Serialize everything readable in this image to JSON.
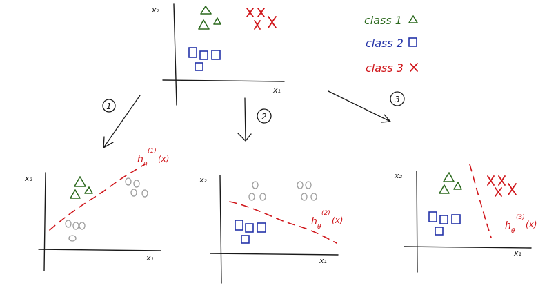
{
  "colors": {
    "class1": "#2d6a1f",
    "class2": "#2433a8",
    "class3": "#d0161b",
    "rest": "#9b9b9b",
    "ink": "#1a1a1a"
  },
  "axes": {
    "x_label": "x₁",
    "y_label": "x₂"
  },
  "legend": {
    "class1": "class 1",
    "class2": "class 2",
    "class3": "class 3"
  },
  "steps": {
    "one": "1",
    "two": "2",
    "three": "3"
  },
  "hypotheses": {
    "h1_base": "h",
    "h1_sub": "θ",
    "h1_sup": "(1)",
    "h1_arg": "(x)",
    "h2_base": "h",
    "h2_sub": "θ",
    "h2_sup": "(2)",
    "h2_arg": "(x)",
    "h3_base": "h",
    "h3_sub": "θ",
    "h3_sup": "(3)",
    "h3_arg": "(x)"
  }
}
